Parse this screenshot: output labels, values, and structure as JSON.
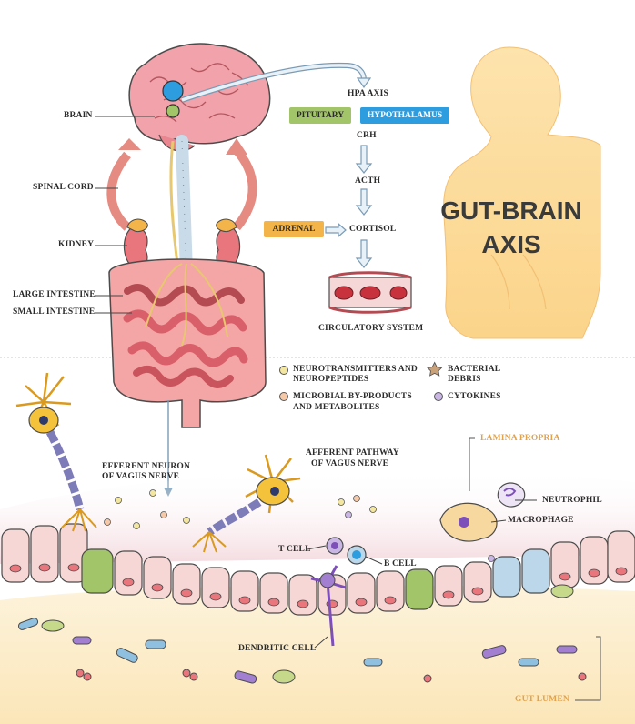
{
  "title": {
    "line1": "GUT-BRAIN",
    "line2": "AXIS"
  },
  "hpa": {
    "header": "HPA AXIS",
    "pituitary": "PITUITARY",
    "hypothalamus": "HYPOTHALAMUS",
    "crh": "CRH",
    "acth": "ACTH",
    "adrenal": "ADRENAL",
    "cortisol": "CORTISOL",
    "circulatory": "CIRCULATORY SYSTEM"
  },
  "organs": {
    "brain": "BRAIN",
    "spinal_cord": "SPINAL CORD",
    "kidney": "KIDNEY",
    "large_intestine": "LARGE INTESTINE",
    "small_intestine": "SMALL INTESTINE"
  },
  "legend": {
    "neuro_1": "NEUROTRANSMITTERS AND",
    "neuro_2": "NEUROPEPTIDES",
    "microbial_1": "MICROBIAL BY-PRODUCTS",
    "microbial_2": "AND METABOLITES",
    "bacterial_1": "BACTERIAL",
    "bacterial_2": "DEBRIS",
    "cytokines": "CYTOKINES"
  },
  "cells": {
    "efferent_1": "EFFERENT NEURON",
    "efferent_2": "OF VAGUS NERVE",
    "afferent_1": "AFFERENT PATHWAY",
    "afferent_2": "OF VAGUS NERVE",
    "lamina": "LAMINA PROPRIA",
    "neutrophil": "NEUTROPHIL",
    "macrophage": "MACROPHAGE",
    "tcell": "T CELL",
    "bcell": "B CELL",
    "dendritic": "DENDRITIC CELL",
    "gut_lumen": "GUT LUMEN"
  },
  "colors": {
    "brain": "#e98a93",
    "intestine": "#e9767c",
    "skin": "#f7c86b",
    "pituitary": "#a3c56a",
    "hypothalamus": "#2d9de0",
    "adrenal": "#f3b54a",
    "neuron": "#f5c33b",
    "accent_orange": "#e2a24a"
  }
}
